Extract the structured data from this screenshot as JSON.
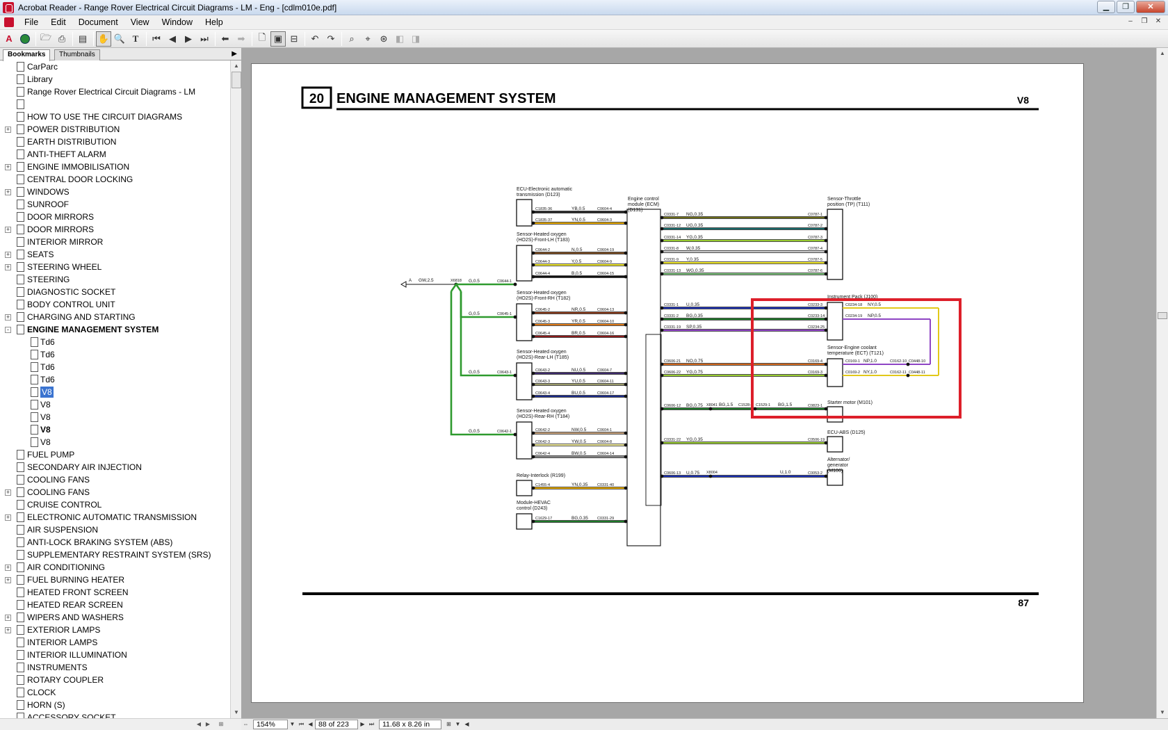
{
  "window": {
    "title": "Acrobat Reader - Range Rover Electrical Circuit Diagrams - LM - Eng - [cdlm010e.pdf]",
    "controls": {
      "minimize": "▁",
      "restore": "❐",
      "close": "✕"
    },
    "mdi_controls": {
      "minimize": "–",
      "restore": "❐",
      "close": "✕"
    }
  },
  "menu": [
    "File",
    "Edit",
    "Document",
    "View",
    "Window",
    "Help"
  ],
  "toolbar_icons": [
    "acrobat-logo-icon",
    "get-acrobat-icon",
    "open-icon",
    "print-icon",
    "show-hide-navigation-icon",
    "hand-tool-icon",
    "zoom-tool-icon",
    "text-select-icon",
    "first-page-icon",
    "previous-page-icon",
    "next-page-icon",
    "last-page-icon",
    "go-back-icon",
    "go-forward-icon",
    "actual-size-icon",
    "fit-page-icon",
    "fit-width-icon",
    "rotate-left-icon",
    "rotate-right-icon",
    "find-icon",
    "search-icon",
    "search-results-icon",
    "previous-highlight-icon",
    "next-highlight-icon"
  ],
  "nav": {
    "tabs": [
      "Bookmarks",
      "Thumbnails"
    ],
    "bookmarks": [
      {
        "label": "CarParc",
        "level": 0,
        "toggle": ""
      },
      {
        "label": "Library",
        "level": 0,
        "toggle": ""
      },
      {
        "label": "Range Rover Electrical Circuit Diagrams - LM",
        "level": 0,
        "toggle": ""
      },
      {
        "label": "",
        "level": 0,
        "toggle": ""
      },
      {
        "label": "HOW TO USE THE CIRCUIT DIAGRAMS",
        "level": 0,
        "toggle": ""
      },
      {
        "label": "POWER DISTRIBUTION",
        "level": 0,
        "toggle": "+"
      },
      {
        "label": "EARTH DISTRIBUTION",
        "level": 0,
        "toggle": ""
      },
      {
        "label": "ANTI-THEFT ALARM",
        "level": 0,
        "toggle": ""
      },
      {
        "label": "ENGINE IMMOBILISATION",
        "level": 0,
        "toggle": "+"
      },
      {
        "label": "CENTRAL DOOR LOCKING",
        "level": 0,
        "toggle": ""
      },
      {
        "label": "WINDOWS",
        "level": 0,
        "toggle": "+"
      },
      {
        "label": "SUNROOF",
        "level": 0,
        "toggle": ""
      },
      {
        "label": "DOOR MIRRORS",
        "level": 0,
        "toggle": ""
      },
      {
        "label": "DOOR MIRRORS",
        "level": 0,
        "toggle": "+"
      },
      {
        "label": "INTERIOR MIRROR",
        "level": 0,
        "toggle": ""
      },
      {
        "label": "SEATS",
        "level": 0,
        "toggle": "+"
      },
      {
        "label": "STEERING WHEEL",
        "level": 0,
        "toggle": "+"
      },
      {
        "label": "STEERING",
        "level": 0,
        "toggle": ""
      },
      {
        "label": "DIAGNOSTIC SOCKET",
        "level": 0,
        "toggle": ""
      },
      {
        "label": "BODY CONTROL UNIT",
        "level": 0,
        "toggle": ""
      },
      {
        "label": "CHARGING AND STARTING",
        "level": 0,
        "toggle": "+"
      },
      {
        "label": "ENGINE MANAGEMENT SYSTEM",
        "level": 0,
        "toggle": "-",
        "bold": true
      },
      {
        "label": "Td6",
        "level": 1,
        "toggle": ""
      },
      {
        "label": "Td6",
        "level": 1,
        "toggle": ""
      },
      {
        "label": "Td6",
        "level": 1,
        "toggle": ""
      },
      {
        "label": "Td6",
        "level": 1,
        "toggle": ""
      },
      {
        "label": "V8",
        "level": 1,
        "toggle": "",
        "selected": true
      },
      {
        "label": "V8",
        "level": 1,
        "toggle": ""
      },
      {
        "label": "V8",
        "level": 1,
        "toggle": ""
      },
      {
        "label": "V8",
        "level": 1,
        "toggle": "",
        "bold": true
      },
      {
        "label": "V8",
        "level": 1,
        "toggle": ""
      },
      {
        "label": "FUEL PUMP",
        "level": 0,
        "toggle": ""
      },
      {
        "label": "SECONDARY AIR INJECTION",
        "level": 0,
        "toggle": ""
      },
      {
        "label": "COOLING FANS",
        "level": 0,
        "toggle": ""
      },
      {
        "label": "COOLING FANS",
        "level": 0,
        "toggle": "+"
      },
      {
        "label": "CRUISE CONTROL",
        "level": 0,
        "toggle": ""
      },
      {
        "label": "ELECTRONIC AUTOMATIC TRANSMISSION",
        "level": 0,
        "toggle": "+"
      },
      {
        "label": "AIR SUSPENSION",
        "level": 0,
        "toggle": ""
      },
      {
        "label": "ANTI-LOCK BRAKING SYSTEM (ABS)",
        "level": 0,
        "toggle": ""
      },
      {
        "label": "SUPPLEMENTARY RESTRAINT SYSTEM (SRS)",
        "level": 0,
        "toggle": ""
      },
      {
        "label": "AIR CONDITIONING",
        "level": 0,
        "toggle": "+"
      },
      {
        "label": "FUEL BURNING HEATER",
        "level": 0,
        "toggle": "+"
      },
      {
        "label": "HEATED FRONT SCREEN",
        "level": 0,
        "toggle": ""
      },
      {
        "label": "HEATED REAR SCREEN",
        "level": 0,
        "toggle": ""
      },
      {
        "label": "WIPERS AND WASHERS",
        "level": 0,
        "toggle": "+"
      },
      {
        "label": "EXTERIOR LAMPS",
        "level": 0,
        "toggle": "+"
      },
      {
        "label": "INTERIOR LAMPS",
        "level": 0,
        "toggle": ""
      },
      {
        "label": "INTERIOR ILLUMINATION",
        "level": 0,
        "toggle": ""
      },
      {
        "label": "INSTRUMENTS",
        "level": 0,
        "toggle": ""
      },
      {
        "label": "ROTARY COUPLER",
        "level": 0,
        "toggle": ""
      },
      {
        "label": "CLOCK",
        "level": 0,
        "toggle": ""
      },
      {
        "label": "HORN (S)",
        "level": 0,
        "toggle": ""
      },
      {
        "label": "ACCESSORY SOCKET",
        "level": 0,
        "toggle": ""
      }
    ]
  },
  "document": {
    "section_number": "20",
    "section_title": "ENGINE MANAGEMENT SYSTEM",
    "engine": "V8",
    "page_number": "87",
    "components": {
      "ecu_eat": "ECU-Electronic automatic transmission (D123)",
      "ecm": "Engine control module (ECM) (D131)",
      "tp_sensor": "Sensor-Throttle position (TP) (T111)",
      "ho2s_front_lh": "Sensor-Heated oxygen (HO2S)-Front-LH (T183)",
      "ho2s_front_rh": "Sensor-Heated oxygen (HO2S)-Front-RH (T182)",
      "ho2s_rear_lh": "Sensor-Heated oxygen (HO2S)-Rear-LH (T185)",
      "ho2s_rear_rh": "Sensor-Heated oxygen (HO2S)-Rear-RH (T184)",
      "instrument_pack": "Instrument Pack (J100)",
      "ect_sensor": "Sensor-Engine coolant temperature (ECT) (T121)",
      "starter": "Starter motor (M101)",
      "abs": "ECU-ABS (D125)",
      "alternator": "Alternator/ generator (M100)",
      "relay_interlock": "Relay-Interlock (R199)",
      "hevac": "Module-HEVAC control (D243)"
    },
    "ground_wire": {
      "ref": "A",
      "wire": "GW,2.5",
      "splice": "X6818"
    },
    "left_wires": [
      {
        "pin": "C1835-36",
        "wire": "YB,0.5",
        "ecm_pin": "C0604-4",
        "color": "#222222"
      },
      {
        "pin": "C1835-37",
        "wire": "YN,0.5",
        "ecm_pin": "C0604-3",
        "color": "#e6a800"
      },
      {
        "pin": "C0644-2",
        "wire": "N,0.5",
        "ecm_pin": "C0604-19",
        "color": "#7a4a1e"
      },
      {
        "pin": "C0644-3",
        "wire": "Y,0.5",
        "ecm_pin": "C0604-9",
        "color": "#f2ea2a"
      },
      {
        "pin": "C0644-4",
        "wire": "B,0.5",
        "ecm_pin": "C0604-15",
        "color": "#111111"
      },
      {
        "pin": "C0645-2",
        "wire": "NR,0.5",
        "ecm_pin": "C0604-13",
        "color": "#8a3b1a"
      },
      {
        "pin": "C0645-3",
        "wire": "YR,0.5",
        "ecm_pin": "C0604-10",
        "color": "#e07b1a"
      },
      {
        "pin": "C0645-4",
        "wire": "BR,0.5",
        "ecm_pin": "C0604-16",
        "color": "#8b1a1a"
      },
      {
        "pin": "C0643-2",
        "wire": "NU,0.5",
        "ecm_pin": "C0604-7",
        "color": "#3d2a6b"
      },
      {
        "pin": "C0643-3",
        "wire": "YU,0.5",
        "ecm_pin": "C0604-11",
        "color": "#9a9a6a"
      },
      {
        "pin": "C0643-4",
        "wire": "BU,0.5",
        "ecm_pin": "C0604-17",
        "color": "#1a2a8b"
      },
      {
        "pin": "C0642-2",
        "wire": "NW,0.5",
        "ecm_pin": "C0604-1",
        "color": "#c8a27a"
      },
      {
        "pin": "C0642-3",
        "wire": "YW,0.5",
        "ecm_pin": "C0604-8",
        "color": "#f5ef9a"
      },
      {
        "pin": "C0642-4",
        "wire": "BW,0.5",
        "ecm_pin": "C0604-14",
        "color": "#888888"
      },
      {
        "pin": "C1455-4",
        "wire": "YN,0.35",
        "ecm_pin": "C0331-40",
        "color": "#e6a800"
      },
      {
        "pin": "C1629-17",
        "wire": "BG,0.35",
        "ecm_pin": "C0331-29",
        "color": "#1f7a2a"
      }
    ],
    "ground_feeds": [
      {
        "wire": "G,0.5",
        "pin": "C0644-1"
      },
      {
        "wire": "G,0.5",
        "pin": "C0645-1"
      },
      {
        "wire": "G,0.5",
        "pin": "C0643-1"
      },
      {
        "wire": "G,0.5",
        "pin": "C0642-1"
      }
    ],
    "right_wires": [
      {
        "ecm_pin": "C0331-7",
        "wire": "NG,0.35",
        "pin": "C0787-1",
        "color": "#6b6b1a"
      },
      {
        "ecm_pin": "C0331-12",
        "wire": "UG,0.35",
        "pin": "C0787-2",
        "color": "#1a6b6b"
      },
      {
        "ecm_pin": "C0331-14",
        "wire": "YG,0.35",
        "pin": "C0787-3",
        "color": "#9acd32"
      },
      {
        "ecm_pin": "C0331-8",
        "wire": "W,0.35",
        "pin": "C0787-4",
        "color": "#c8c8c8"
      },
      {
        "ecm_pin": "C0331-9",
        "wire": "Y,0.35",
        "pin": "C0787-5",
        "color": "#f2ea2a"
      },
      {
        "ecm_pin": "C0331-13",
        "wire": "WG,0.35",
        "pin": "C0787-6",
        "color": "#7cc47c"
      },
      {
        "ecm_pin": "C0331-1",
        "wire": "U,0.35",
        "pin": "C0233-3",
        "color": "#1a2fb4"
      },
      {
        "ecm_pin": "C0331-2",
        "wire": "BG,0.35",
        "pin": "C0233-14",
        "color": "#1f7a2a"
      },
      {
        "ecm_pin": "C0331-19",
        "wire": "SP,0.35",
        "pin": "C0234-25",
        "color": "#8e44c4"
      },
      {
        "ecm_pin": "C0606-21",
        "wire": "NO,0.75",
        "pin": "C0169-4",
        "color": "#d2691e"
      },
      {
        "ecm_pin": "C0606-22",
        "wire": "YG,0.75",
        "pin": "C0169-3",
        "color": "#9acd32"
      },
      {
        "ecm_pin": "C0606-12",
        "wire": "BG,0.75",
        "pin": "C0823-1",
        "color": "#1f7a2a"
      },
      {
        "ecm_pin": "C0331-22",
        "wire": "YG,0.35",
        "pin": "C0506-19",
        "color": "#9acd32"
      },
      {
        "ecm_pin": "C0606-13",
        "wire": "U,0.75",
        "pin": "C0053-2",
        "color": "#1a2fb4"
      }
    ],
    "starter_path": {
      "splice": "X8041",
      "wire": "BG,1.5",
      "pin_a": "C1528-1",
      "pin_b": "C1529-1",
      "wire_b": "BG,1.5"
    },
    "alternator_path": {
      "splice": "X8004",
      "wire": "U,1.0"
    },
    "instrument_out": [
      {
        "pin": "C0234-18",
        "wire": "NY,0.5"
      },
      {
        "pin": "C0234-19",
        "wire": "NP,0.5"
      }
    ],
    "ect_out": [
      {
        "pin": "C0169-1",
        "wire": "NP,1.0",
        "pin_a": "C0162-10",
        "pin_b": "C0448-10"
      },
      {
        "pin": "C0169-2",
        "wire": "NY,1.0",
        "pin_a": "C0162-11",
        "pin_b": "C0448-11"
      }
    ],
    "highlight_color": "#dd1f2a"
  },
  "status": {
    "zoom": "154%",
    "page": "88 of 223",
    "size": "11.68 x 8.26 in"
  }
}
